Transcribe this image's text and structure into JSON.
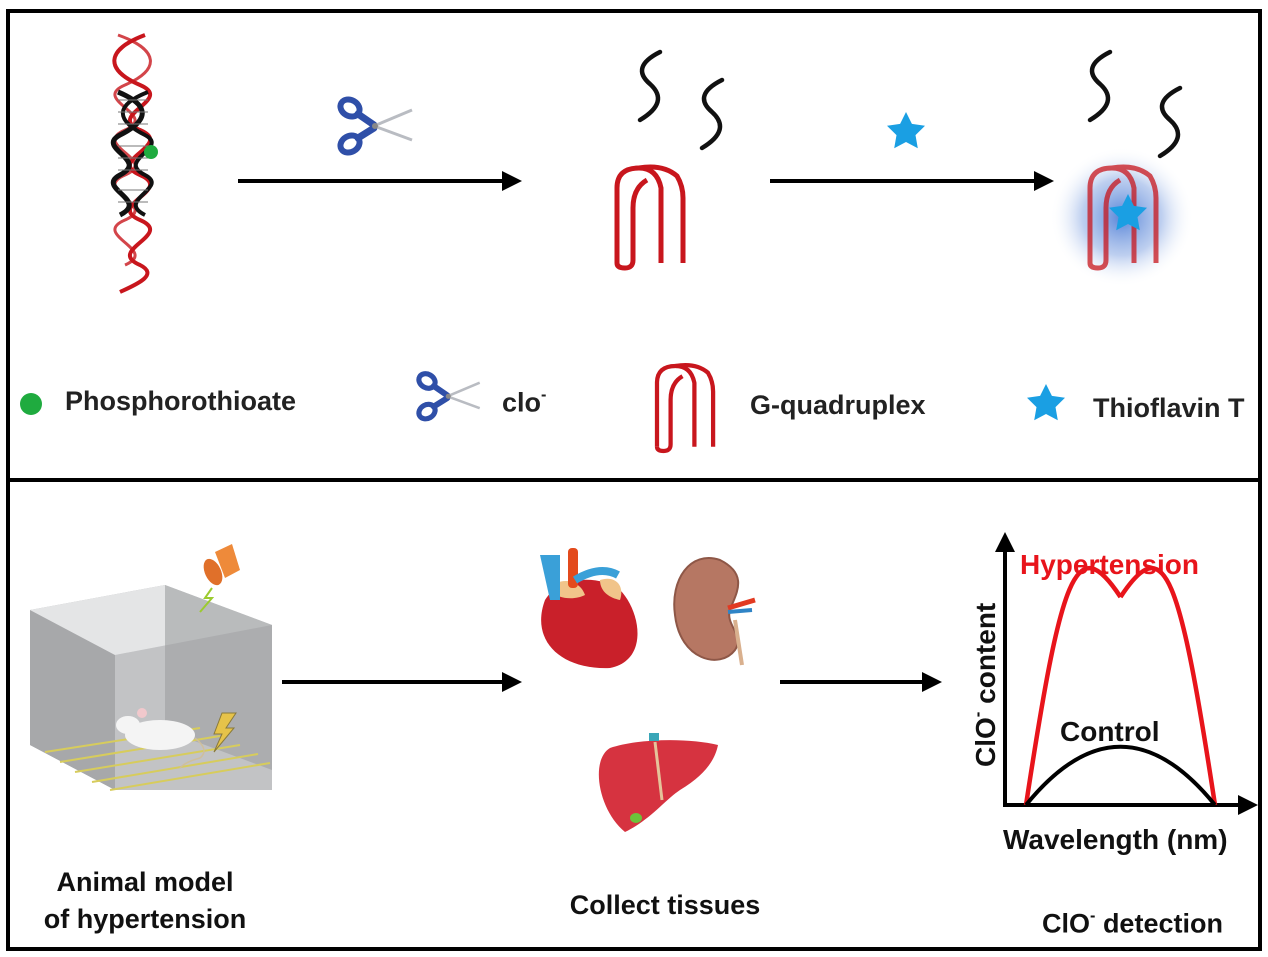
{
  "top_panel": {
    "steps": [
      {
        "id": "dsdna",
        "description": "Double-stranded DNA with phosphorothioate modification"
      },
      {
        "id": "cleavage",
        "reagent": "ClO- (scissors)"
      },
      {
        "id": "g_quadruplex_released",
        "description": "Released single strands and G-quadruplex"
      },
      {
        "id": "tht_binding",
        "reagent": "Thioflavin T (star)"
      },
      {
        "id": "fluorescent_complex",
        "description": "G-quadruplex/ThT fluorescent complex"
      }
    ],
    "legend": [
      {
        "icon": "green-dot-icon",
        "label": "Phosphorothioate"
      },
      {
        "icon": "scissors-icon",
        "label": "clo",
        "superscript": "-"
      },
      {
        "icon": "g-quadruplex-icon",
        "label": "G-quadruplex"
      },
      {
        "icon": "blue-star-icon",
        "label": "Thioflavin T"
      }
    ]
  },
  "bottom_panel": {
    "animal_model": {
      "line1": "Animal model",
      "line2": "of hypertension"
    },
    "tissues": {
      "label": "Collect tissues",
      "organs": [
        "heart",
        "kidney",
        "liver"
      ]
    },
    "detection": {
      "label_main": "ClO",
      "label_sup": "-",
      "label_rest": " detection"
    },
    "plot": {
      "y_axis_main": "ClO",
      "y_axis_sup": "-",
      "y_axis_rest": " content",
      "x_axis": "Wavelength (nm)",
      "series": [
        {
          "name": "Hypertension",
          "color": "#e8141b",
          "relative_peak": 1.0
        },
        {
          "name": "Control",
          "color": "#000000",
          "relative_peak": 0.28
        }
      ]
    }
  },
  "colors": {
    "dna_red": "#c8161d",
    "dna_black": "#111111",
    "phosphorothioate_green": "#1fab3f",
    "scissors_blue": "#2f4fa8",
    "tht_blue": "#1a9fe3",
    "hypertension_red": "#e8141b"
  }
}
